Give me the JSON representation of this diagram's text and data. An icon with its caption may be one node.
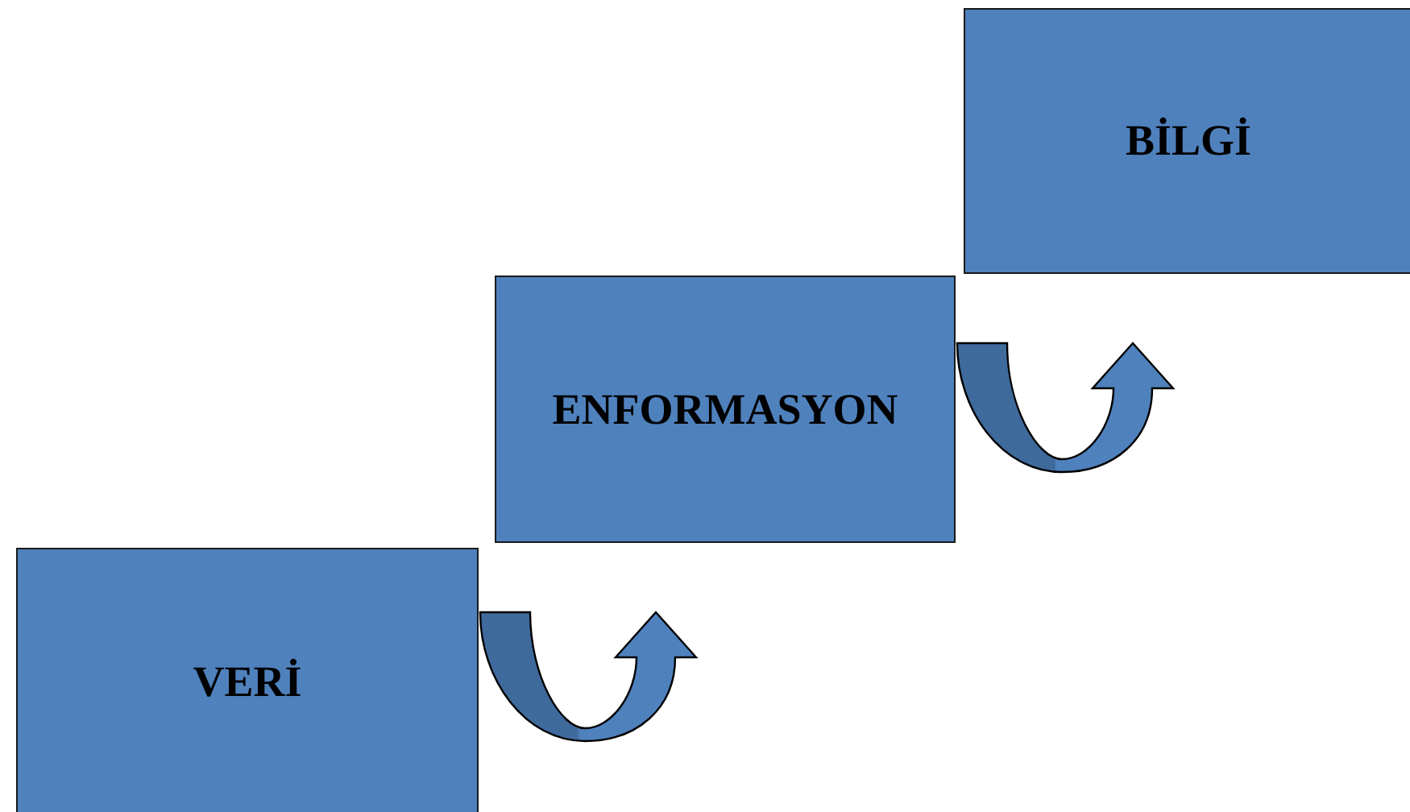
{
  "diagram": {
    "nodes": [
      {
        "text": [
          "VERİ"
        ]
      },
      {
        "text": [
          "ENFORMASYON"
        ]
      },
      {
        "text": [
          "BİLGİ"
        ]
      }
    ],
    "edges": [
      {
        "from": 0,
        "to": 1,
        "arrow": "to"
      },
      {
        "from": 1,
        "to": 2,
        "arrow": "to"
      }
    ]
  }
}
